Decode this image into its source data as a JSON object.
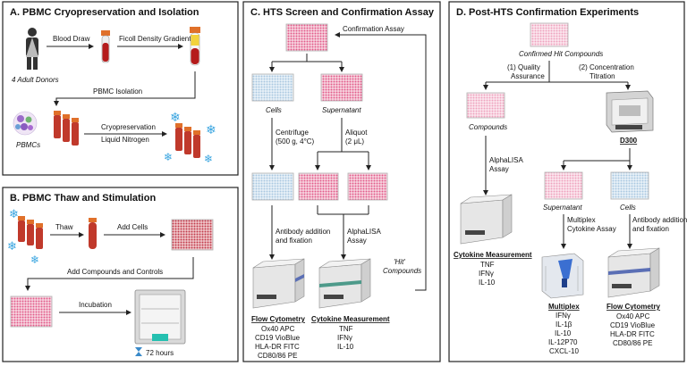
{
  "panels": {
    "a": {
      "title": "A. PBMC Cryopreservation and Isolation",
      "blood_draw": "Blood Draw",
      "ficoll": "Ficoll Density Gradient",
      "donors": "4 Adult Donors",
      "isolation": "PBMC Isolation",
      "pbmcs": "PBMCs",
      "cryo": "Cryopreservation",
      "ln2": "Liquid Nitrogen"
    },
    "b": {
      "title": "B. PBMC Thaw and Stimulation",
      "thaw": "Thaw",
      "add_cells": "Add Cells",
      "add_compounds": "Add Compounds and Controls",
      "incubation": "Incubation",
      "hours": "72 hours"
    },
    "c": {
      "title": "C. HTS Screen and Confirmation Assay",
      "confirmation": "Confirmation Assay",
      "cells": "Cells",
      "supernatant": "Supernatant",
      "centrifuge_1": "Centrifuge",
      "centrifuge_2": "(500 g, 4°C)",
      "aliquot_1": "Aliquot",
      "aliquot_2": "(2 μL)",
      "antibody_1": "Antibody addition",
      "antibody_2": "and fixation",
      "alpha_1": "AlphaLISA",
      "alpha_2": "Assay",
      "hit_1": "'Hit'",
      "hit_2": "Compounds",
      "flow_title": "Flow Cytometry",
      "flow_items": [
        "Ox40 APC",
        "CD19 VioBlue",
        "HLA-DR FITC",
        "CD80/86 PE"
      ],
      "cyto_title": "Cytokine Measurement",
      "cyto_items": [
        "TNF",
        "IFNγ",
        "IL-10"
      ]
    },
    "d": {
      "title": "D. Post-HTS Confirmation Experiments",
      "confirmed": "Confirmed Hit Compounds",
      "qa_1": "(1) Quality",
      "qa_2": "Assurance",
      "ct_1": "(2) Concentration",
      "ct_2": "Titration",
      "compounds": "Compounds",
      "d300": "D300",
      "alpha_1": "AlphaLISA",
      "alpha_2": "Assay",
      "supernatant": "Supernatant",
      "cells": "Cells",
      "multiplex_1": "Multiplex",
      "multiplex_2": "Cytokine Assay",
      "antibody_1": "Antibody addition",
      "antibody_2": "and fixation",
      "cyto_title": "Cytokine Measurement",
      "cyto_items": [
        "TNF",
        "IFNγ",
        "IL-10"
      ],
      "multi_title": "Multiplex",
      "multi_items": [
        "IFNγ",
        "IL-1β",
        "IL-10",
        "IL-12P70",
        "CXCL-10"
      ],
      "flow_title": "Flow Cytometry",
      "flow_items": [
        "Ox40 APC",
        "CD19 VioBlue",
        "HLA-DR FITC",
        "CD80/86 PE"
      ]
    }
  },
  "colors": {
    "plate_pink": "#e25b8a",
    "plate_blue": "#c9dcec",
    "blood_red": "#b51c1c",
    "tube_orange": "#e0702a",
    "instrument_gray": "#d8d8d8",
    "flow_stripe": "#5b6fb5",
    "alpha_stripe": "#4d9a8a",
    "snow_blue": "#3aa5e0"
  }
}
